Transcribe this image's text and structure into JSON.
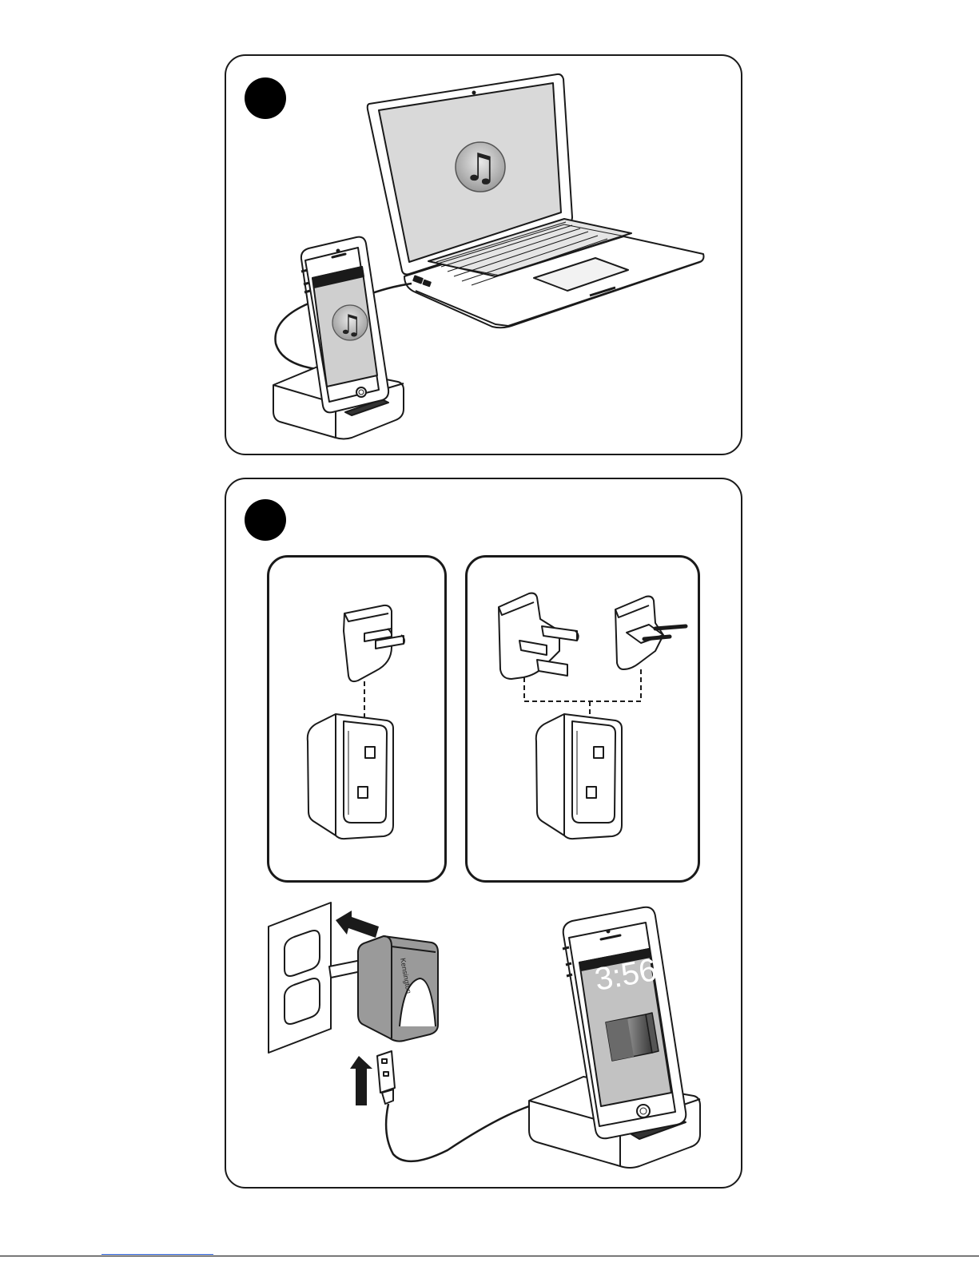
{
  "steps": [
    {
      "number": "",
      "description": "dock connected to laptop with music app"
    },
    {
      "number": "",
      "description": "plug adapters and wall charger"
    }
  ],
  "charger": {
    "brand": "Kensington"
  },
  "phone_screen": {
    "time": "3:56"
  },
  "icons": [
    "music-app-icon",
    "laptop",
    "phone-dock",
    "us-plug-adapter",
    "uk-plug-adapter",
    "eu-plug-adapter",
    "wall-outlet",
    "usb-connector",
    "arrow"
  ]
}
